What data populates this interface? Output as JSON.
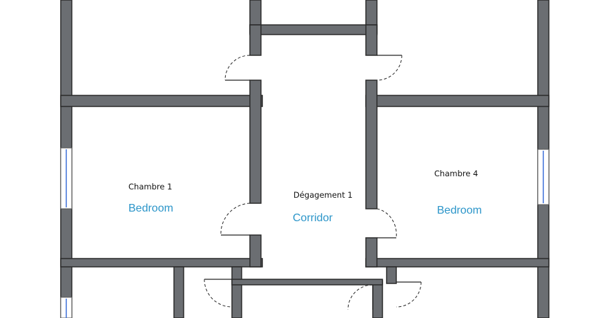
{
  "rooms": [
    {
      "id": "chambre-1",
      "fr": "Chambre 1",
      "en": "Bedroom"
    },
    {
      "id": "degagement-1",
      "fr": "Dégagement 1",
      "en": "Corridor"
    },
    {
      "id": "chambre-4",
      "fr": "Chambre 4",
      "en": "Bedroom"
    }
  ],
  "colors": {
    "wall": "#6b6e72",
    "english_label": "#2b95c9",
    "window_glass": "#3a6ed8"
  }
}
